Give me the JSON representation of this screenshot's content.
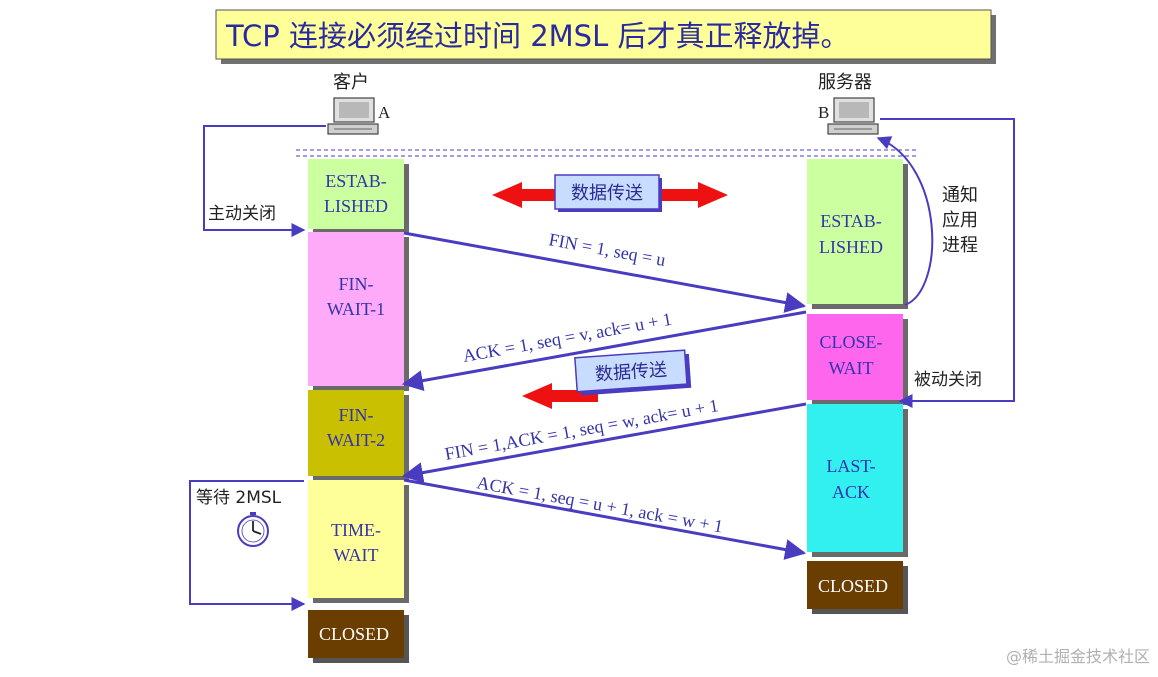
{
  "title": "TCP 连接必须经过时间 2MSL 后才真正释放掉。",
  "client": {
    "name": "客户",
    "letter": "A"
  },
  "server": {
    "name": "服务器",
    "letter": "B"
  },
  "client_states": [
    {
      "line1": "ESTAB-",
      "line2": "LISHED",
      "fill": "#ccffa0"
    },
    {
      "line1": "FIN-",
      "line2": "WAIT-1",
      "fill": "#ffaaf8"
    },
    {
      "line1": "FIN-",
      "line2": "WAIT-2",
      "fill": "#c8c000"
    },
    {
      "line1": "TIME-",
      "line2": "WAIT",
      "fill": "#ffff99"
    },
    {
      "line1": "CLOSED",
      "line2": "",
      "fill": "#6a3d00"
    }
  ],
  "server_states": [
    {
      "line1": "ESTAB-",
      "line2": "LISHED",
      "fill": "#ccffa0"
    },
    {
      "line1": "CLOSE-",
      "line2": "WAIT",
      "fill": "#ff66ee"
    },
    {
      "line1": "LAST-",
      "line2": "ACK",
      "fill": "#33f0f0"
    },
    {
      "line1": "CLOSED",
      "line2": "",
      "fill": "#6a3d00"
    }
  ],
  "data_transfer_label": "数据传送",
  "segments": [
    {
      "label": "FIN = 1, seq = u"
    },
    {
      "label": "ACK = 1, seq = v, ack= u + 1"
    },
    {
      "label": "FIN = 1,ACK = 1, seq = w, ack= u + 1"
    },
    {
      "label": "ACK = 1, seq = u + 1, ack = w + 1"
    }
  ],
  "side_labels": {
    "active_close": "主动关闭",
    "passive_close": "被动关闭",
    "notify_app": [
      "通知",
      "应用",
      "进程"
    ],
    "wait_2msl": "等待 2MSL"
  },
  "watermark": "@稀土掘金技术社区",
  "colors": {
    "arrow_blue": "#4a3cc0",
    "data_red": "#ee1111",
    "label_box_fill": "#c8dcff",
    "title_fill": "#ffff99",
    "state_text": "#3333aa"
  }
}
